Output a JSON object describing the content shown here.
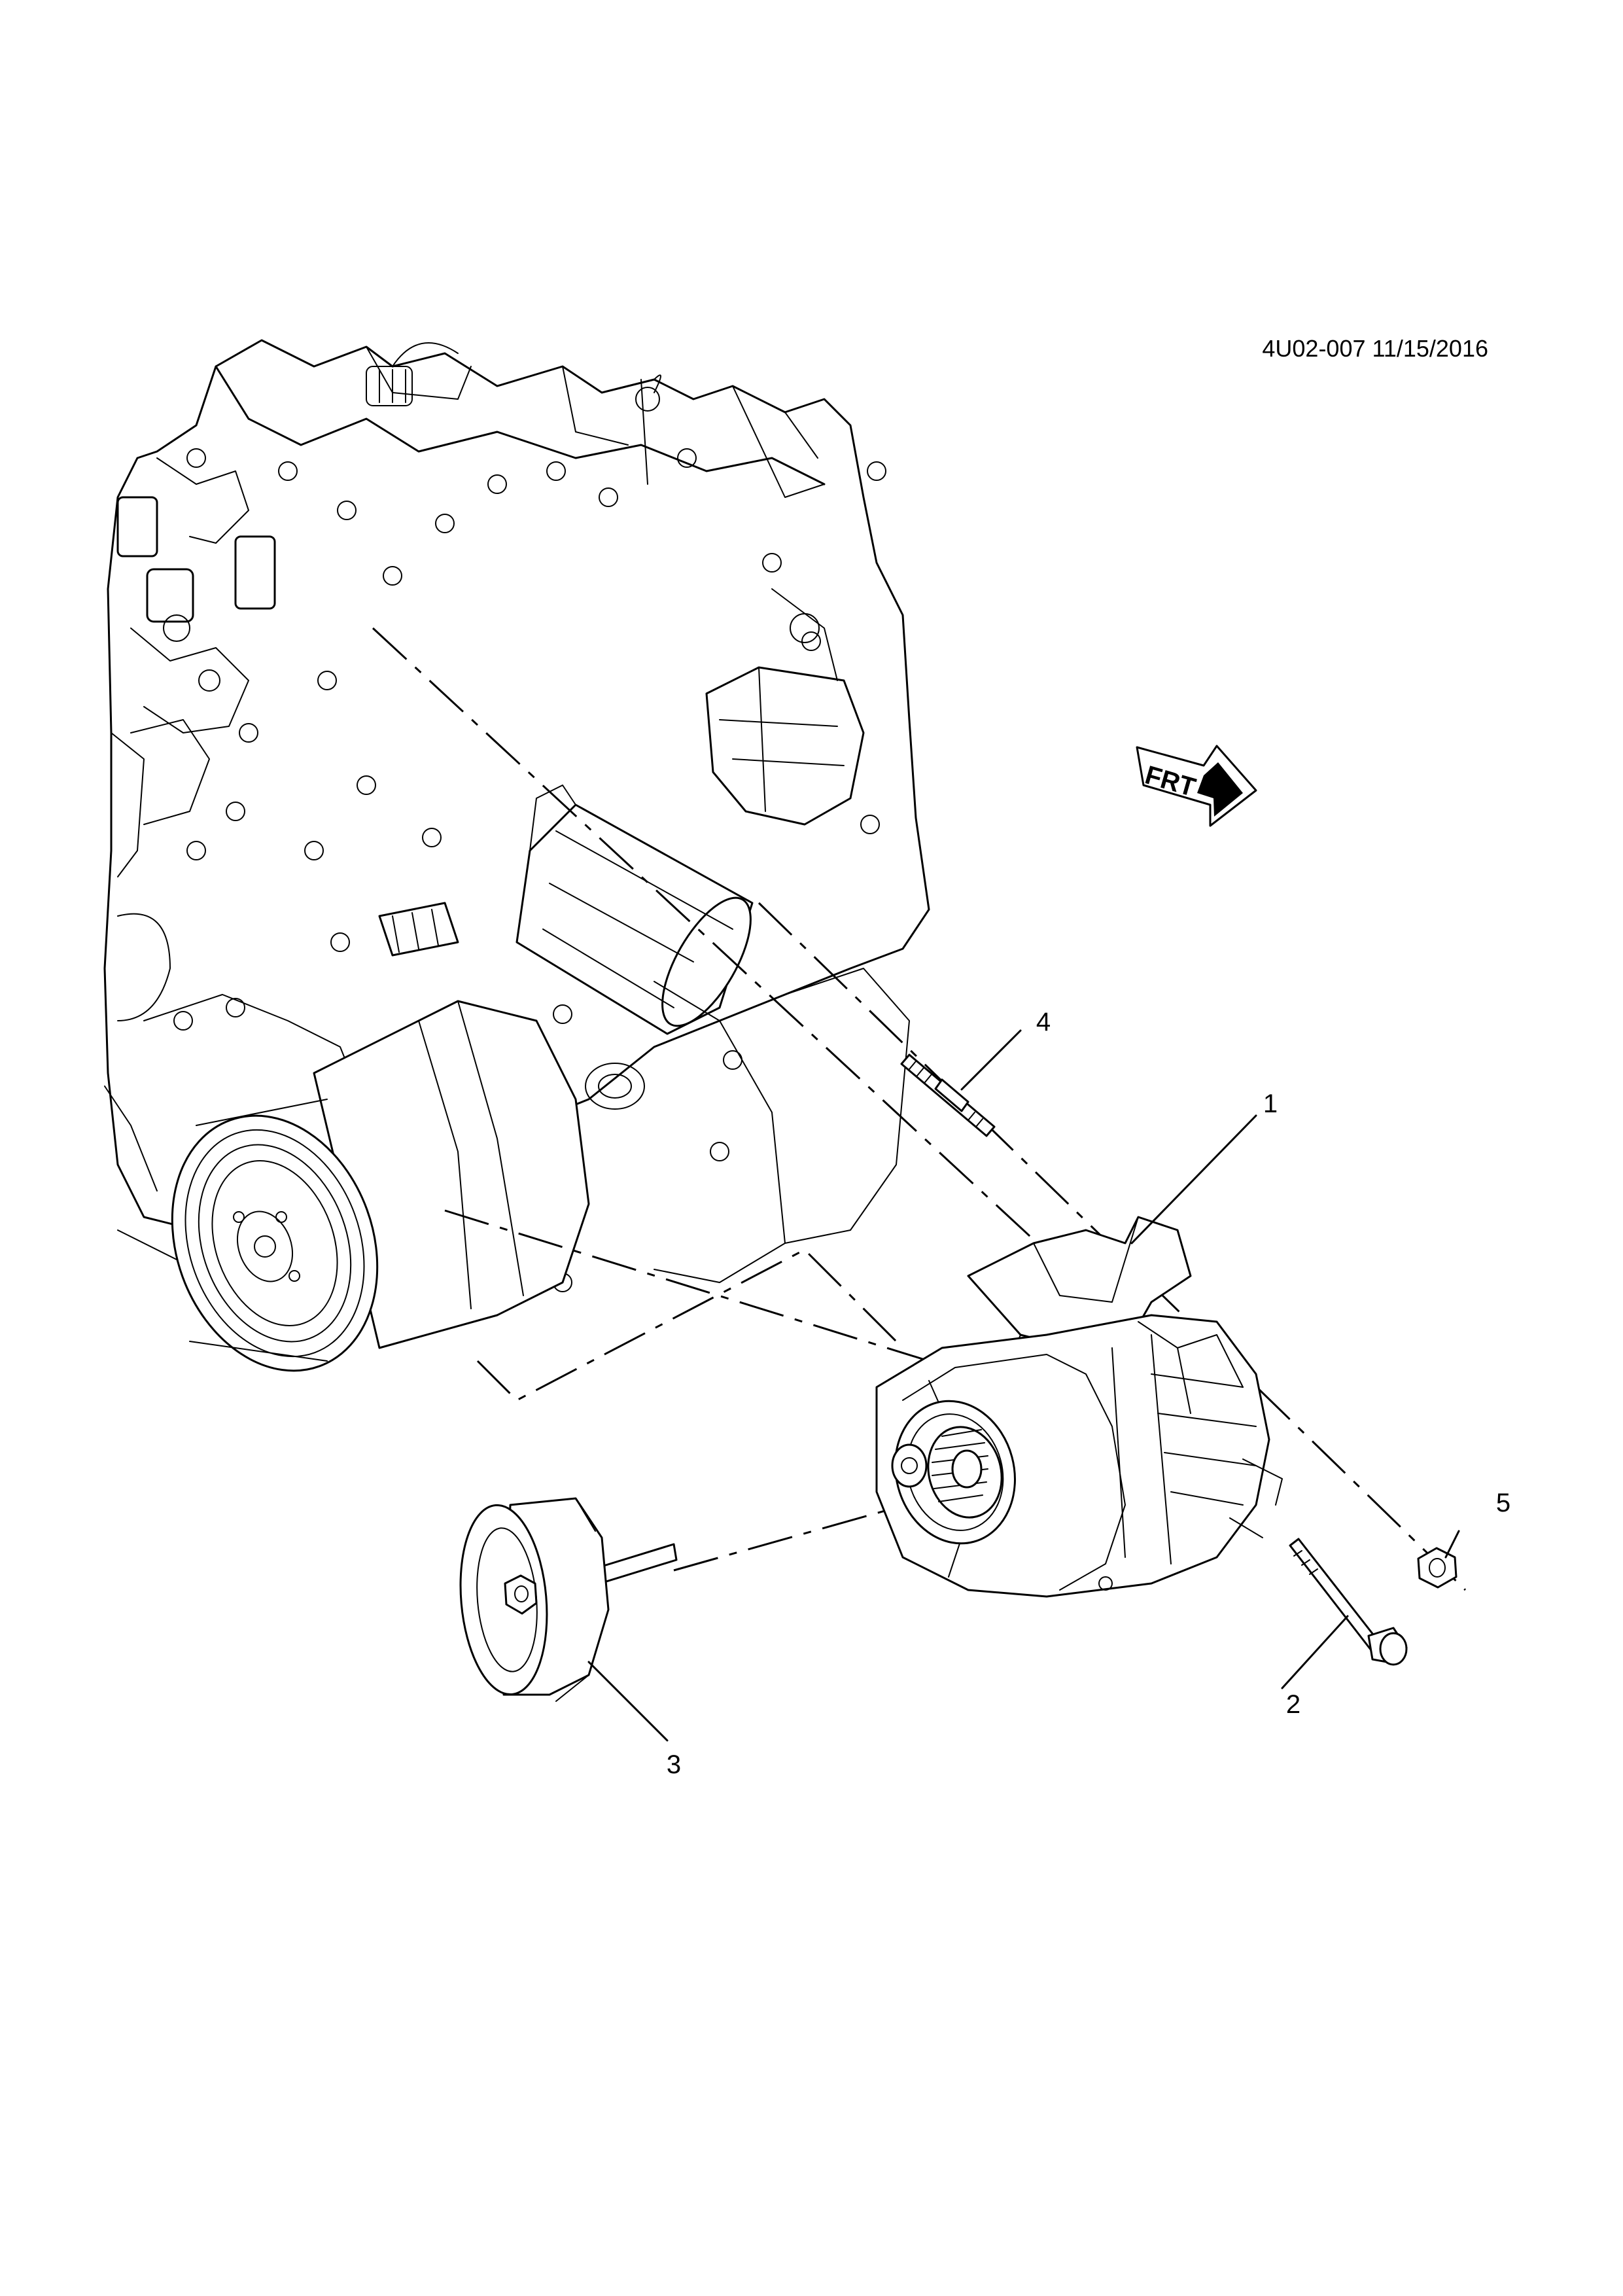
{
  "header": {
    "illustration_code": "4U02-007 11/15/2016"
  },
  "direction_indicator": {
    "label": "FRT"
  },
  "callouts": [
    {
      "number": "1"
    },
    {
      "number": "2"
    },
    {
      "number": "3"
    },
    {
      "number": "4"
    },
    {
      "number": "5"
    }
  ],
  "parts": [
    {
      "icon": "engine-block-icon"
    },
    {
      "icon": "generator-icon"
    },
    {
      "icon": "bolt-icon"
    },
    {
      "icon": "pulley-icon"
    },
    {
      "icon": "stud-icon"
    },
    {
      "icon": "nut-icon"
    }
  ]
}
